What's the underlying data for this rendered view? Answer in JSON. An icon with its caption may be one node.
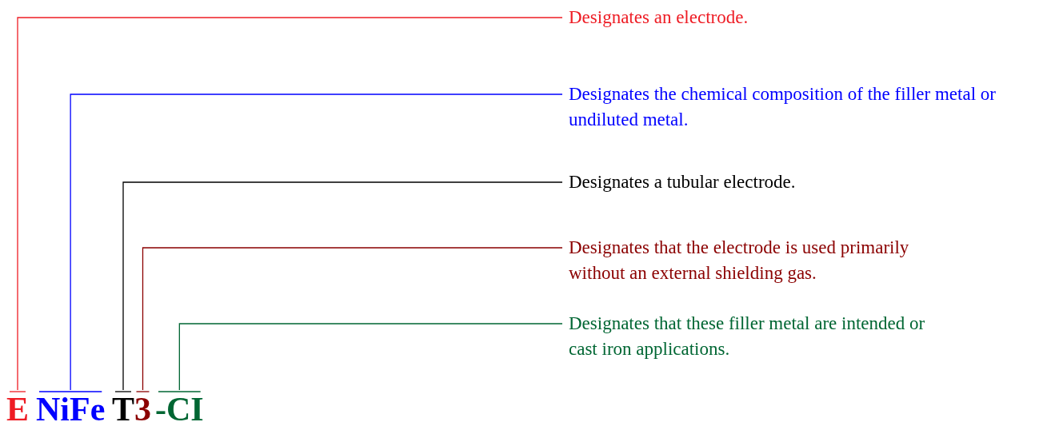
{
  "diagram": {
    "nodes": [
      {
        "text": [
          "Designates an electrode."
        ]
      },
      {
        "text": [
          "Designates the chemical composition of the filler metal or undiluted metal."
        ]
      },
      {
        "text": [
          "Designates a tubular electrode."
        ]
      },
      {
        "text": [
          "Designates that the electrode is used primarily without an external shielding gas."
        ]
      },
      {
        "text": [
          "Designates that these filler metal are intended or cast iron applications."
        ]
      },
      {
        "text": [
          "E"
        ]
      },
      {
        "text": [
          "NiFe"
        ]
      },
      {
        "text": [
          "T"
        ]
      },
      {
        "text": [
          "3"
        ]
      },
      {
        "text": [
          "-CI"
        ]
      }
    ],
    "edges": [
      {
        "from": 0,
        "to": 5,
        "arrow": "none",
        "color": "#ee1c24"
      },
      {
        "from": 1,
        "to": 6,
        "arrow": "none",
        "color": "#0000ff"
      },
      {
        "from": 2,
        "to": 7,
        "arrow": "none",
        "color": "#000000"
      },
      {
        "from": 3,
        "to": 8,
        "arrow": "none",
        "color": "#8b0000"
      },
      {
        "from": 4,
        "to": 9,
        "arrow": "none",
        "color": "#006633"
      }
    ]
  }
}
